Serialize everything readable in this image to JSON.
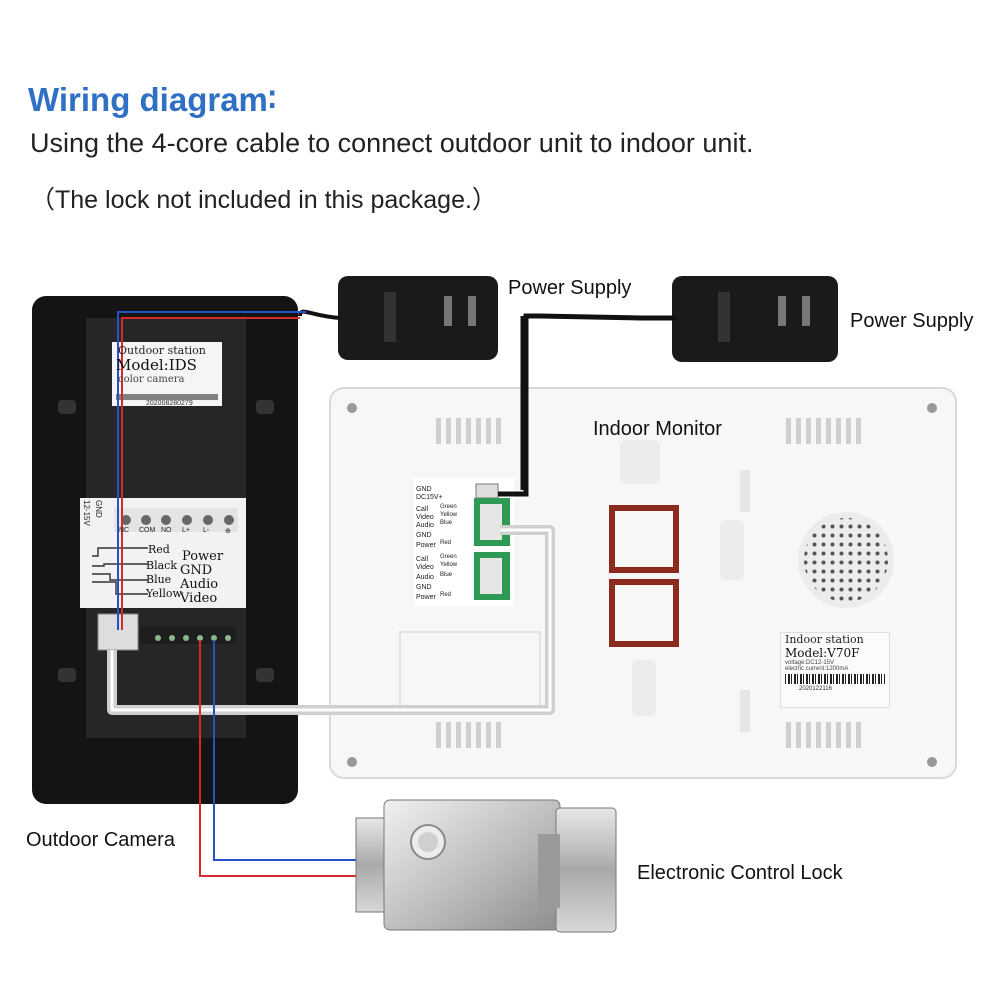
{
  "header": {
    "title": "Wiring diagram∶",
    "line1": "Using the 4-core cable to connect outdoor unit to indoor unit.",
    "line2": "（The lock not included in this package.）"
  },
  "labels": {
    "power_supply_left": "Power Supply",
    "power_supply_right": "Power Supply",
    "indoor_monitor": "Indoor Monitor",
    "outdoor_camera": "Outdoor Camera",
    "lock": "Electronic Control Lock"
  },
  "outdoor_sticker": {
    "line1": "Outdoor station",
    "line2": "Model:IDS",
    "line3": "color camera",
    "serial": "202008280279"
  },
  "outdoor_terminals": {
    "voltage": "12-15V",
    "gnd": "GND",
    "pins": [
      "NC",
      "COM",
      "NO",
      "L+",
      "L-",
      "⊕"
    ],
    "wires": [
      {
        "color": "Red",
        "function": "Power"
      },
      {
        "color": "Black",
        "function": "GND"
      },
      {
        "color": "Blue",
        "function": "Audio"
      },
      {
        "color": "Yellow",
        "function": "Video"
      }
    ]
  },
  "monitor_terminals": {
    "top_group": [
      "GND",
      "DC15V+"
    ],
    "group1": [
      {
        "name": "Call",
        "wire": "Green"
      },
      {
        "name": "Video",
        "wire": "Yellow"
      },
      {
        "name": "Audio",
        "wire": "Blue"
      },
      {
        "name": "GND",
        "wire": ""
      },
      {
        "name": "Power",
        "wire": "Red"
      }
    ],
    "group2": [
      {
        "name": "Call",
        "wire": "Green"
      },
      {
        "name": "Video",
        "wire": "Yellow"
      },
      {
        "name": "Audio",
        "wire": "Blue"
      },
      {
        "name": "GND",
        "wire": ""
      },
      {
        "name": "Power",
        "wire": "Red"
      }
    ]
  },
  "indoor_sticker": {
    "line1": "Indoor station",
    "line2": "Model:V70F",
    "line3": "voltage:DC12-15V",
    "line4": "electric current:1200mA",
    "serial": "2020122116"
  },
  "colors": {
    "heading": "#2f6fc4",
    "wire_red": "#d42a2a",
    "wire_blue": "#2452c8",
    "cable": "#cfcfcf",
    "power_cable": "#111111"
  }
}
